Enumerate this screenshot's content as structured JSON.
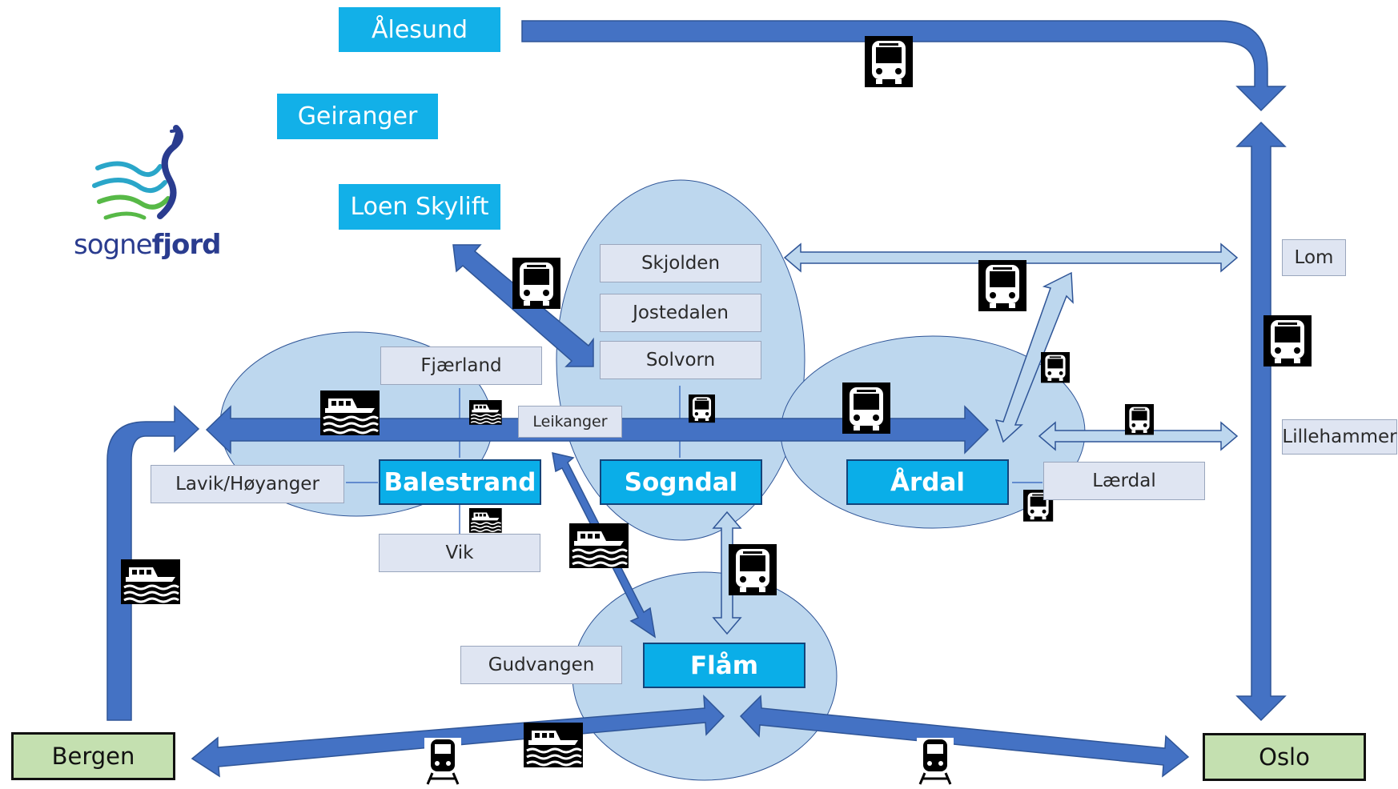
{
  "logo": {
    "text_light": "sogne",
    "text_bold": "fjord",
    "colors": {
      "wave_blue": "#2a3c8f",
      "wave_teal": "#2aa6c9",
      "wave_green": "#57b947"
    }
  },
  "destinations": {
    "alesund": "Ålesund",
    "geiranger": "Geiranger",
    "loen": "Loen Skylift"
  },
  "hubs": {
    "balestrand": "Balestrand",
    "sogndal": "Sogndal",
    "ardal": "Årdal",
    "flam": "Flåm"
  },
  "stops": {
    "skjolden": "Skjolden",
    "jostedalen": "Jostedalen",
    "solvorn": "Solvorn",
    "fjaerland": "Fjærland",
    "leikanger": "Leikanger",
    "lavik": "Lavik/Høyanger",
    "vik": "Vik",
    "laerdal": "Lærdal",
    "gudvangen": "Gudvangen",
    "lom": "Lom",
    "lillehammer": "Lillehammer"
  },
  "cities": {
    "bergen": "Bergen",
    "oslo": "Oslo"
  },
  "transport_icons": [
    "bus-icon",
    "ferry-icon",
    "train-icon"
  ],
  "colors": {
    "arrow_main": "#4472c4",
    "arrow_light": "#bdd7ee",
    "region_fill": "#bdd7ee",
    "region_stroke": "#2f5597",
    "destination_bg": "#12b0e8",
    "hub_bg": "#0aaee8",
    "stop_bg": "#dfe5f2",
    "city_bg": "#c4e0b0"
  }
}
